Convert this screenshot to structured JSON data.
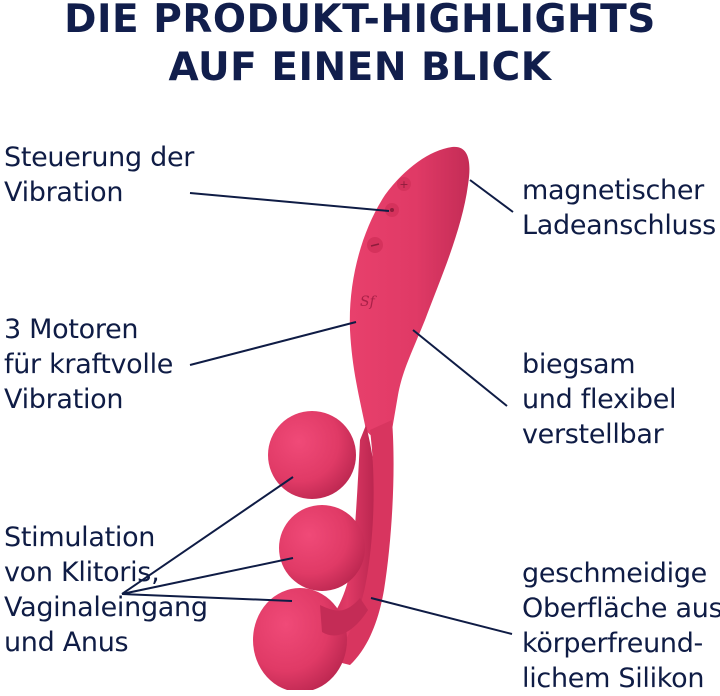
{
  "header": {
    "title_line_1": "DIE PRODUKT-HIGHLIGHTS",
    "title_line_2": "AUF EINEN BLICK"
  },
  "colors": {
    "text_navy": "#0f1c45",
    "product_pink": "#e03a66",
    "product_shadow": "#b8254e",
    "leader_line": "#0f1c45",
    "background": "#ffffff"
  },
  "callouts": {
    "left": [
      {
        "id": "vibration-control",
        "lines": [
          "Steuerung der",
          "Vibration"
        ]
      },
      {
        "id": "three-motors",
        "lines": [
          "3 Motoren",
          "für kraftvolle",
          "Vibration"
        ]
      },
      {
        "id": "stimulation",
        "lines": [
          "Stimulation",
          "von Klitoris,",
          "Vaginaleingang",
          "und Anus"
        ]
      }
    ],
    "right": [
      {
        "id": "magnetic-charging",
        "lines": [
          "magnetischer",
          "Ladeanschluss"
        ]
      },
      {
        "id": "flexible",
        "lines": [
          "biegsam",
          "und flexibel",
          "verstellbar"
        ]
      },
      {
        "id": "silicone-surface",
        "lines": [
          "geschmeidige",
          "Oberfläche aus",
          "körperfreund-",
          "lichem Silikon"
        ]
      }
    ]
  },
  "product": {
    "buttons": [
      "+",
      "power",
      "−"
    ],
    "logo_mark": "Sf"
  }
}
